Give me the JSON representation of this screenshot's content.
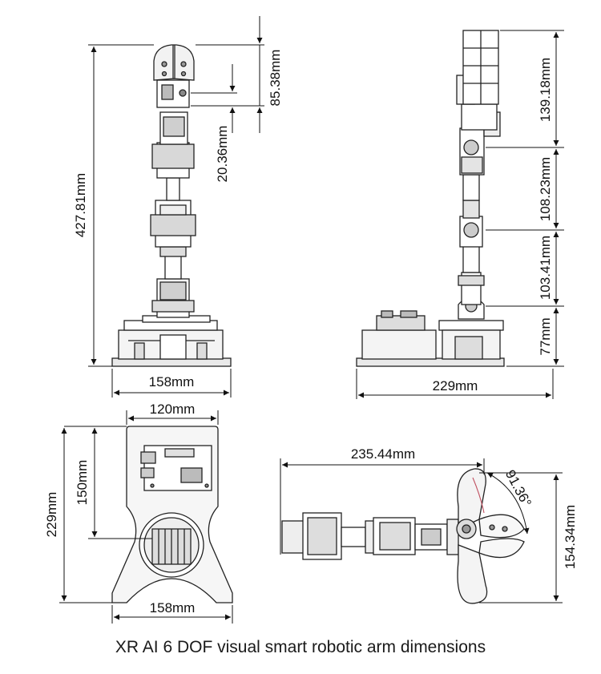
{
  "caption": "XR AI 6 DOF visual smart robotic arm dimensions",
  "front_view": {
    "overall_height": "427.81mm",
    "gripper_height": "85.38mm",
    "gripper_offset": "20.36mm",
    "base_width": "158mm"
  },
  "side_view": {
    "segment_top": "139.18mm",
    "segment_upper": "108.23mm",
    "segment_lower": "103.41mm",
    "base_height": "77mm",
    "base_depth": "229mm"
  },
  "top_view": {
    "board_width": "120mm",
    "board_length": "150mm",
    "total_length": "229mm",
    "base_width": "158mm"
  },
  "horizontal_view": {
    "reach": "235.44mm",
    "angle": "91.36°",
    "gripper_span": "154.34mm"
  }
}
